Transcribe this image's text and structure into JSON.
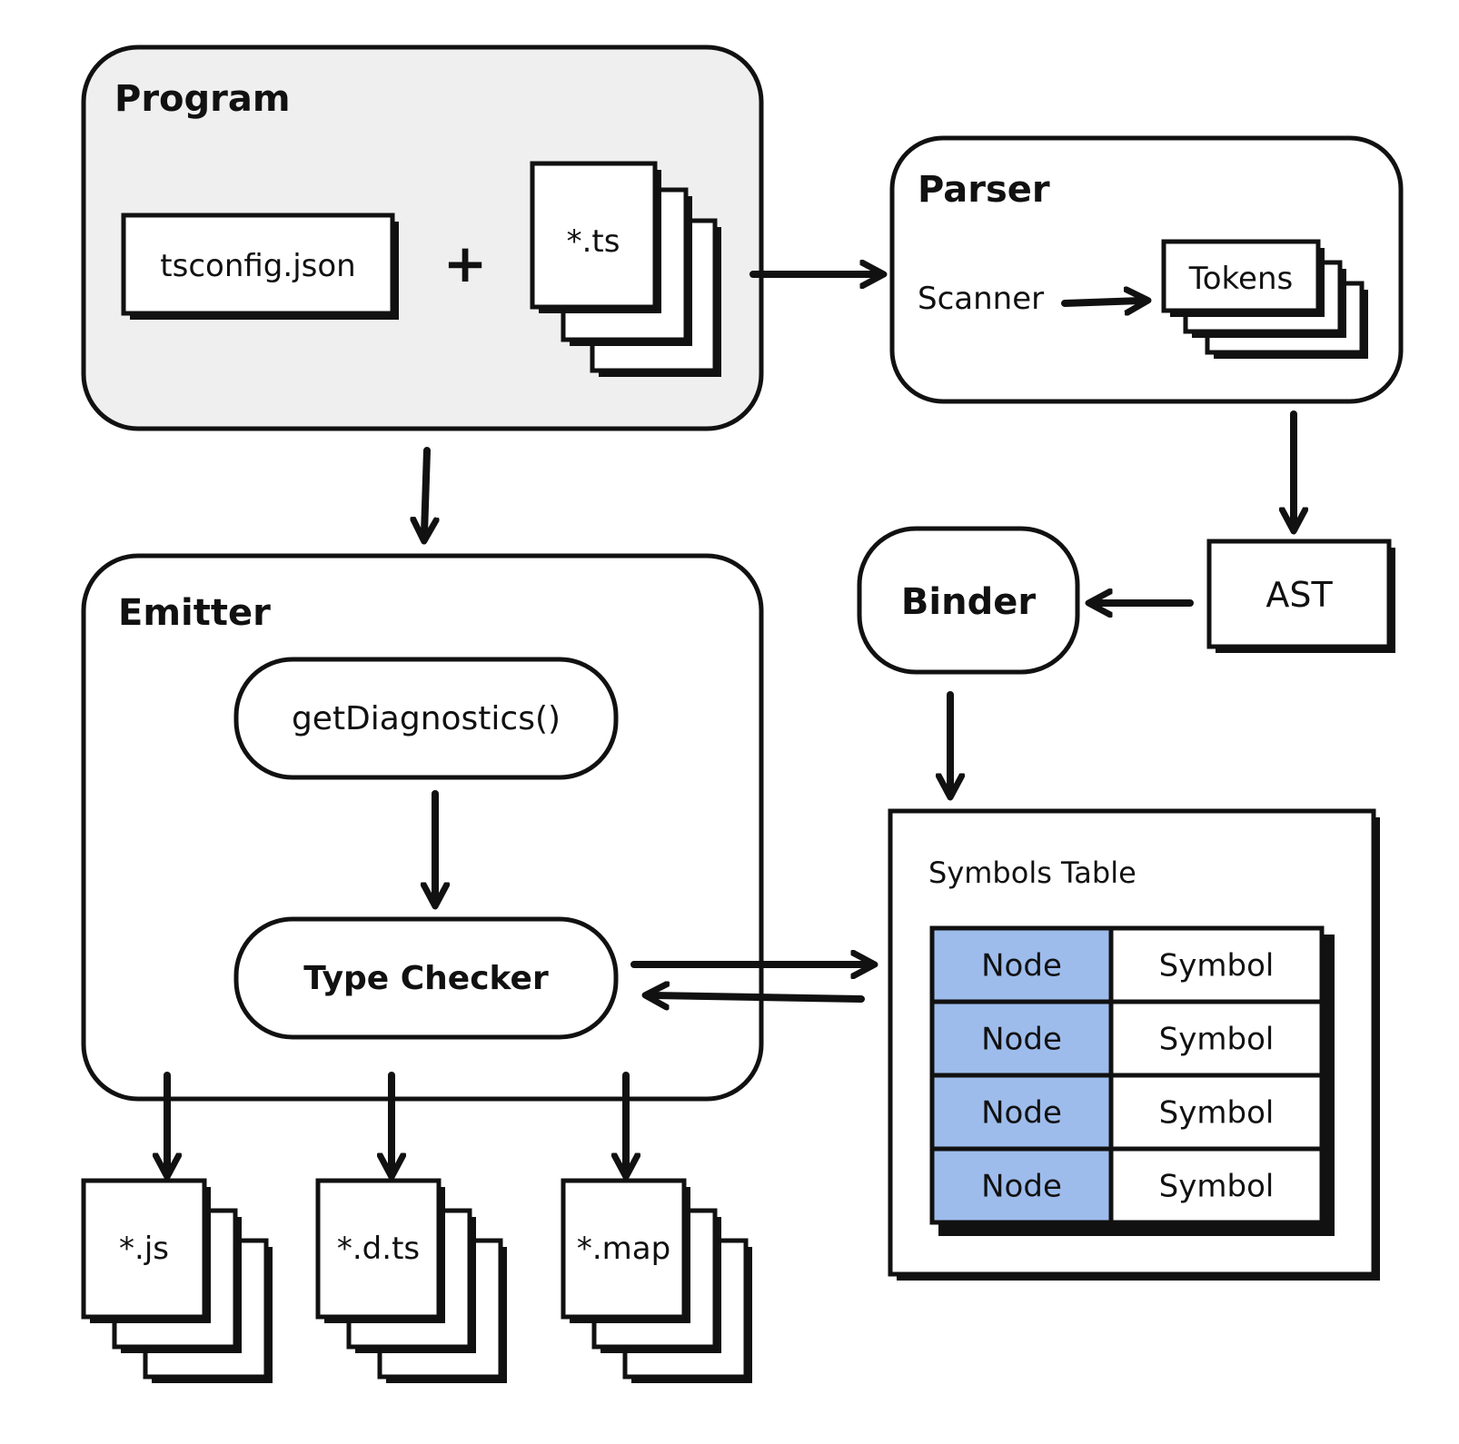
{
  "program": {
    "title": "Program",
    "config_file": "tsconfig.json",
    "plus": "+",
    "source_files": "*.ts"
  },
  "parser": {
    "title": "Parser",
    "scanner": "Scanner",
    "tokens": "Tokens"
  },
  "ast": {
    "label": "AST"
  },
  "binder": {
    "label": "Binder"
  },
  "emitter": {
    "title": "Emitter",
    "get_diagnostics": "getDiagnostics()",
    "type_checker": "Type Checker"
  },
  "symbols_table": {
    "title": "Symbols Table",
    "rows": [
      {
        "node": "Node",
        "symbol": "Symbol"
      },
      {
        "node": "Node",
        "symbol": "Symbol"
      },
      {
        "node": "Node",
        "symbol": "Symbol"
      },
      {
        "node": "Node",
        "symbol": "Symbol"
      }
    ]
  },
  "outputs": [
    {
      "label": "*.js"
    },
    {
      "label": "*.d.ts"
    },
    {
      "label": "*.map"
    }
  ],
  "colors": {
    "program_fill": "#efefef",
    "node_cell_fill": "#9dbcec",
    "stroke": "#111111",
    "background": "#ffffff"
  }
}
